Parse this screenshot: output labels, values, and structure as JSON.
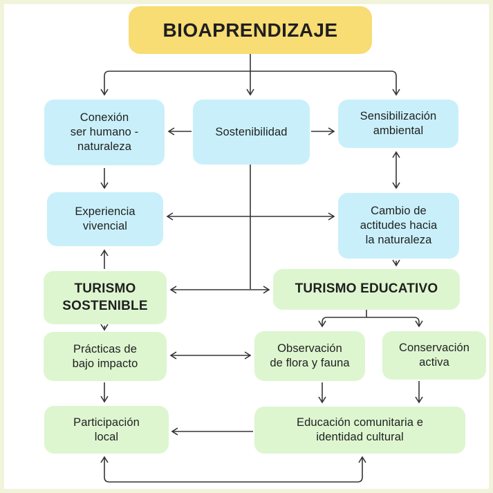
{
  "title": "BIOAPRENDIZAJE",
  "colors": {
    "yellow": "#f8dc74",
    "blue": "#c9f0fa",
    "green": "#ddf6d0",
    "frame": "#f1f4db",
    "line": "#333333"
  },
  "nodes": {
    "bioaprendizaje": {
      "label": "BIOAPRENDIZAJE"
    },
    "conexion": {
      "label": "Conexión\nser humano -\nnaturaleza"
    },
    "sostenibilidad": {
      "label": "Sostenibilidad"
    },
    "sensibilizacion": {
      "label": "Sensibilización\nambiental"
    },
    "experiencia": {
      "label": "Experiencia\nvivencial"
    },
    "cambio": {
      "label": "Cambio de\nactitudes hacia\nla naturaleza"
    },
    "turismo_sostenible": {
      "label": "TURISMO\nSOSTENIBLE"
    },
    "turismo_educativo": {
      "label": "TURISMO EDUCATIVO"
    },
    "practicas": {
      "label": "Prácticas de\nbajo impacto"
    },
    "observacion": {
      "label": "Observación\nde flora y fauna"
    },
    "conservacion": {
      "label": "Conservación\nactiva"
    },
    "participacion": {
      "label": "Participación\nlocal"
    },
    "educacion": {
      "label": "Educación comunitaria e\nidentidad cultural"
    }
  },
  "edges": [
    {
      "from": "bioaprendizaje",
      "to": "conexion",
      "style": "arrow"
    },
    {
      "from": "bioaprendizaje",
      "to": "sostenibilidad",
      "style": "arrow"
    },
    {
      "from": "bioaprendizaje",
      "to": "sensibilizacion",
      "style": "arrow"
    },
    {
      "from": "sostenibilidad",
      "to": "conexion",
      "style": "arrow"
    },
    {
      "from": "sostenibilidad",
      "to": "sensibilizacion",
      "style": "arrow"
    },
    {
      "from": "sensibilizacion",
      "to": "cambio",
      "style": "double"
    },
    {
      "from": "conexion",
      "to": "experiencia",
      "style": "arrow"
    },
    {
      "from": "experiencia",
      "to": "cambio",
      "style": "double"
    },
    {
      "from": "sostenibilidad",
      "to": "turismo-link-junction",
      "style": "line"
    },
    {
      "from": "turismo_sostenible",
      "to": "turismo_educativo",
      "style": "double"
    },
    {
      "from": "turismo_sostenible",
      "to": "experiencia",
      "style": "arrow"
    },
    {
      "from": "cambio",
      "to": "turismo_educativo",
      "style": "arrow"
    },
    {
      "from": "turismo_educativo",
      "to": "observacion",
      "style": "arrow"
    },
    {
      "from": "turismo_educativo",
      "to": "conservacion",
      "style": "arrow"
    },
    {
      "from": "turismo_sostenible",
      "to": "practicas",
      "style": "arrow"
    },
    {
      "from": "practicas",
      "to": "observacion",
      "style": "double"
    },
    {
      "from": "practicas",
      "to": "participacion",
      "style": "arrow"
    },
    {
      "from": "observacion",
      "to": "educacion",
      "style": "arrow"
    },
    {
      "from": "conservacion",
      "to": "educacion",
      "style": "arrow"
    },
    {
      "from": "educacion",
      "to": "participacion",
      "style": "arrow"
    },
    {
      "from": "participacion",
      "to": "educacion",
      "style": "double-loop"
    }
  ]
}
